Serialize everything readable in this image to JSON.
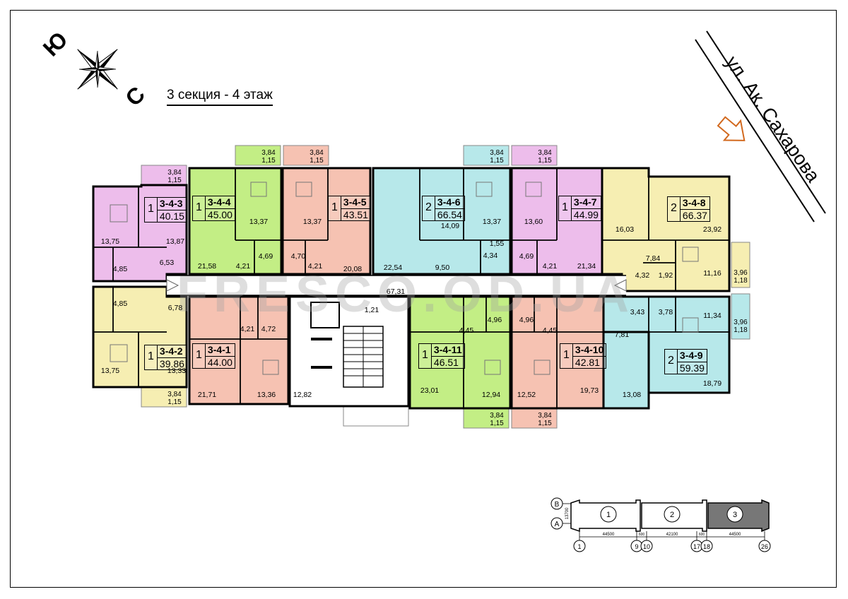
{
  "title": "3 секция - 4 этаж",
  "street": "ул. Ак. Сахарова",
  "watermark": "FRESCO.OD.UA",
  "compass": {
    "south": "Ю",
    "north": "С"
  },
  "colors": {
    "pink": "#EDBDEB",
    "green": "#C3EE85",
    "salmon": "#F6C2B2",
    "cyan": "#B7E8EA",
    "yellow": "#F6EEB2",
    "corridor": "#FFFFFF",
    "wall": "#000000"
  },
  "apartments": [
    {
      "rooms": "1",
      "code": "3-4-3",
      "area": "40.15",
      "color": "pink"
    },
    {
      "rooms": "1",
      "code": "3-4-4",
      "area": "45.00",
      "color": "green"
    },
    {
      "rooms": "1",
      "code": "3-4-5",
      "area": "43.51",
      "color": "salmon"
    },
    {
      "rooms": "2",
      "code": "3-4-6",
      "area": "66.54",
      "color": "cyan"
    },
    {
      "rooms": "1",
      "code": "3-4-7",
      "area": "44.99",
      "color": "pink"
    },
    {
      "rooms": "2",
      "code": "3-4-8",
      "area": "66.37",
      "color": "yellow"
    },
    {
      "rooms": "1",
      "code": "3-4-2",
      "area": "39.86",
      "color": "yellow"
    },
    {
      "rooms": "1",
      "code": "3-4-1",
      "area": "44.00",
      "color": "salmon"
    },
    {
      "rooms": "1",
      "code": "3-4-11",
      "area": "46.51",
      "color": "green"
    },
    {
      "rooms": "1",
      "code": "3-4-10",
      "area": "42.81",
      "color": "salmon"
    },
    {
      "rooms": "2",
      "code": "3-4-9",
      "area": "59.39",
      "color": "cyan"
    }
  ],
  "balconies": [
    {
      "a": "3,84",
      "b": "1,15"
    },
    {
      "a": "3,84",
      "b": "1,15"
    },
    {
      "a": "3,84",
      "b": "1,15"
    },
    {
      "a": "3,84",
      "b": "1,15"
    },
    {
      "a": "3,84",
      "b": "1,15"
    },
    {
      "a": "3,96",
      "b": "1,18"
    },
    {
      "a": "3,96",
      "b": "1,18"
    },
    {
      "a": "3,84",
      "b": "1,15"
    },
    {
      "a": "3,84",
      "b": "1,15"
    },
    {
      "a": "3,84",
      "b": "1,15"
    }
  ],
  "room_areas": [
    "13,75",
    "13,87",
    "6,53",
    "4,85",
    "21,58",
    "13,37",
    "4,21",
    "4,69",
    "13,37",
    "4,70",
    "4,21",
    "20,08",
    "22,54",
    "14,09",
    "9,50",
    "13,37",
    "1,55",
    "4,34",
    "13,60",
    "4,69",
    "4,21",
    "21,34",
    "16,03",
    "23,92",
    "7,84",
    "4,32",
    "1,92",
    "11,16",
    "67,31",
    "4,85",
    "6,78",
    "13,75",
    "13,33",
    "4,21",
    "4,72",
    "21,71",
    "13,36",
    "1,21",
    "12,82",
    "4,45",
    "4,96",
    "4,96",
    "4,45",
    "23,01",
    "12,94",
    "12,52",
    "19,73",
    "3,43",
    "3,78",
    "11,34",
    "7,81",
    "13,08",
    "18,79"
  ],
  "keyplan": {
    "axes_rows": [
      "В",
      "А"
    ],
    "row_dim": "13700",
    "sections": [
      "1",
      "2",
      "3"
    ],
    "axes": [
      "1",
      "9",
      "10",
      "17",
      "18",
      "26"
    ],
    "dims": [
      "44500",
      "42100",
      "44500"
    ],
    "gaps": [
      "600",
      "600"
    ]
  }
}
